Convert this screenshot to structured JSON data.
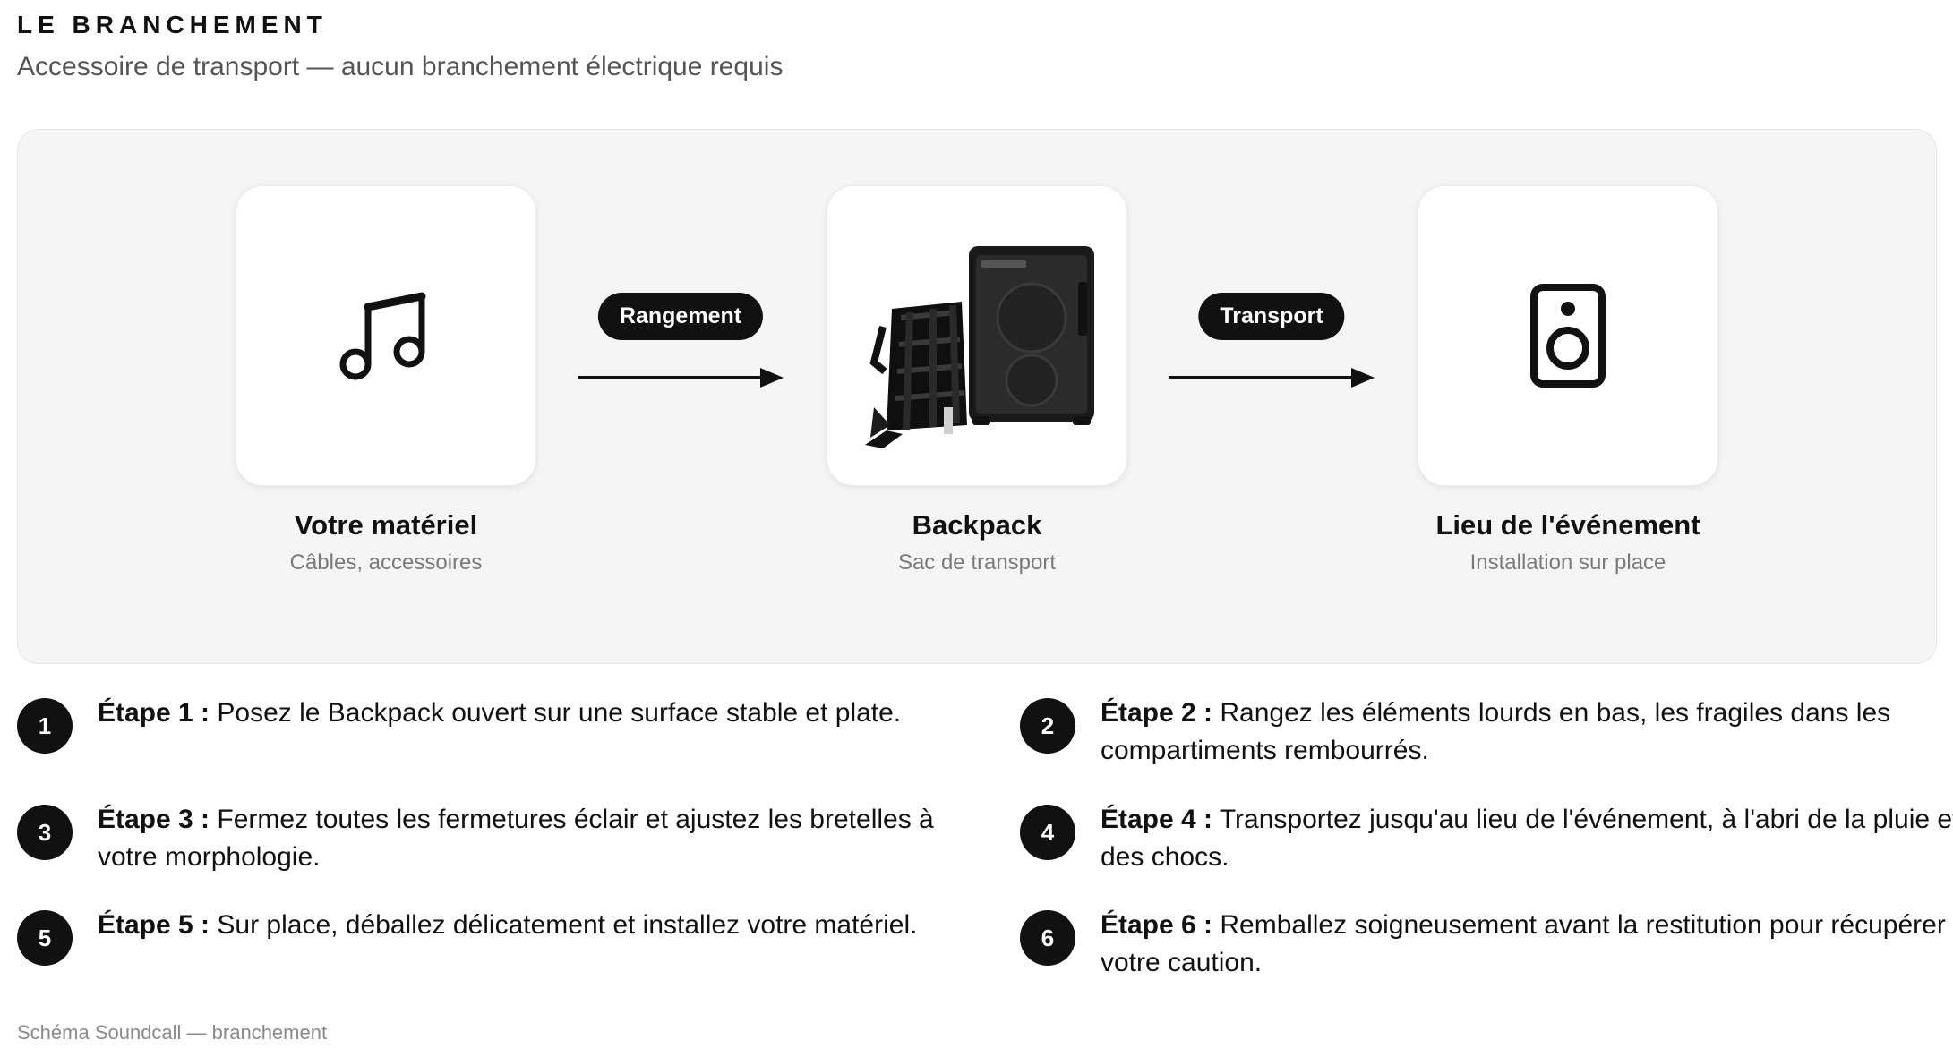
{
  "header": {
    "title": "LE BRANCHEMENT",
    "subtitle": "Accessoire de transport — aucun branchement électrique requis"
  },
  "diagram": {
    "nodes": [
      {
        "icon": "music-note-icon",
        "title": "Votre matériel",
        "caption": "Câbles, accessoires"
      },
      {
        "icon": "backpack-speaker-photo",
        "title": "Backpack",
        "caption": "Sac de transport"
      },
      {
        "icon": "speaker-icon",
        "title": "Lieu de l'événement",
        "caption": "Installation sur place"
      }
    ],
    "connectors": [
      {
        "label": "Rangement"
      },
      {
        "label": "Transport"
      }
    ]
  },
  "steps": [
    {
      "number": "1",
      "label": "Étape 1 :",
      "text": "Posez le Backpack ouvert sur une surface stable et plate."
    },
    {
      "number": "2",
      "label": "Étape 2 :",
      "text": "Rangez les éléments lourds en bas, les fragiles dans les compartiments rembourrés."
    },
    {
      "number": "3",
      "label": "Étape 3 :",
      "text": "Fermez toutes les fermetures éclair et ajustez les bretelles à votre morphologie."
    },
    {
      "number": "4",
      "label": "Étape 4 :",
      "text": "Transportez jusqu'au lieu de l'événement, à l'abri de la pluie et des chocs."
    },
    {
      "number": "5",
      "label": "Étape 5 :",
      "text": "Sur place, déballez délicatement et installez votre matériel."
    },
    {
      "number": "6",
      "label": "Étape 6 :",
      "text": "Remballez soigneusement avant la restitution pour récupérer votre caution."
    }
  ],
  "footer": {
    "note": "Schéma Soundcall — branchement"
  },
  "colors": {
    "accent": "#111111",
    "panel": "#f5f5f5",
    "muted_text": "#7a7a7a"
  }
}
